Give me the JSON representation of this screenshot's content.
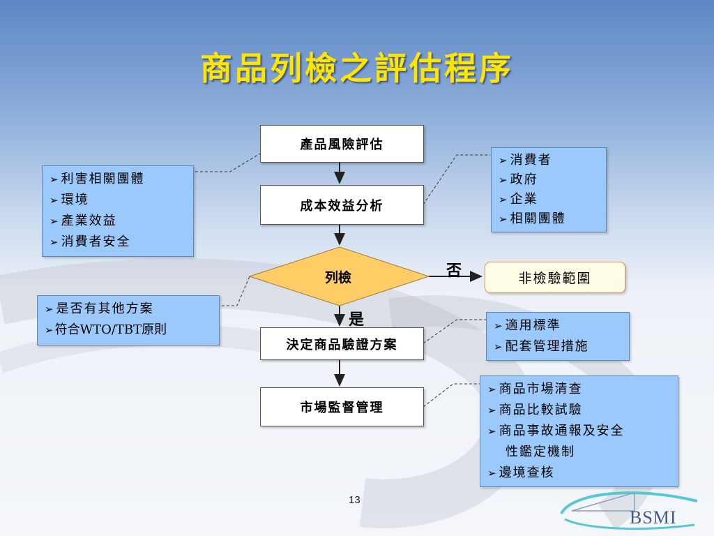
{
  "title": "商品列檢之評估程序",
  "flow": {
    "step1": "產品風險評估",
    "step2": "成本效益分析",
    "decision": "列檢",
    "step3": "決定商品驗證方案",
    "step4": "市場監督管理",
    "no_label": "否",
    "yes_label": "是",
    "no_target": "非檢驗範圍"
  },
  "notes": {
    "stakeholders": [
      "利害相關團體",
      "環境",
      "產業效益",
      "消費者安全"
    ],
    "cost_parties": [
      "消費者",
      "政府",
      "企業",
      "相關團體"
    ],
    "alternatives": [
      "是否有其他方案",
      "符合WTO/TBT原則"
    ],
    "standards": [
      "適用標準",
      "配套管理措施"
    ],
    "surveillance": {
      "item1": "商品市場清查",
      "item2": "商品比較試驗",
      "item3_line1": "商品事故通報及安全",
      "item3_line2": "性鑑定機制",
      "item4": "邊境查核"
    }
  },
  "page_number": "13",
  "logo_text": "BSMI",
  "colors": {
    "title": "#ffe600",
    "note_fill": "#9cc9fb",
    "diamond_fill": "#ffcc66",
    "scope_border": "#e0934b"
  }
}
